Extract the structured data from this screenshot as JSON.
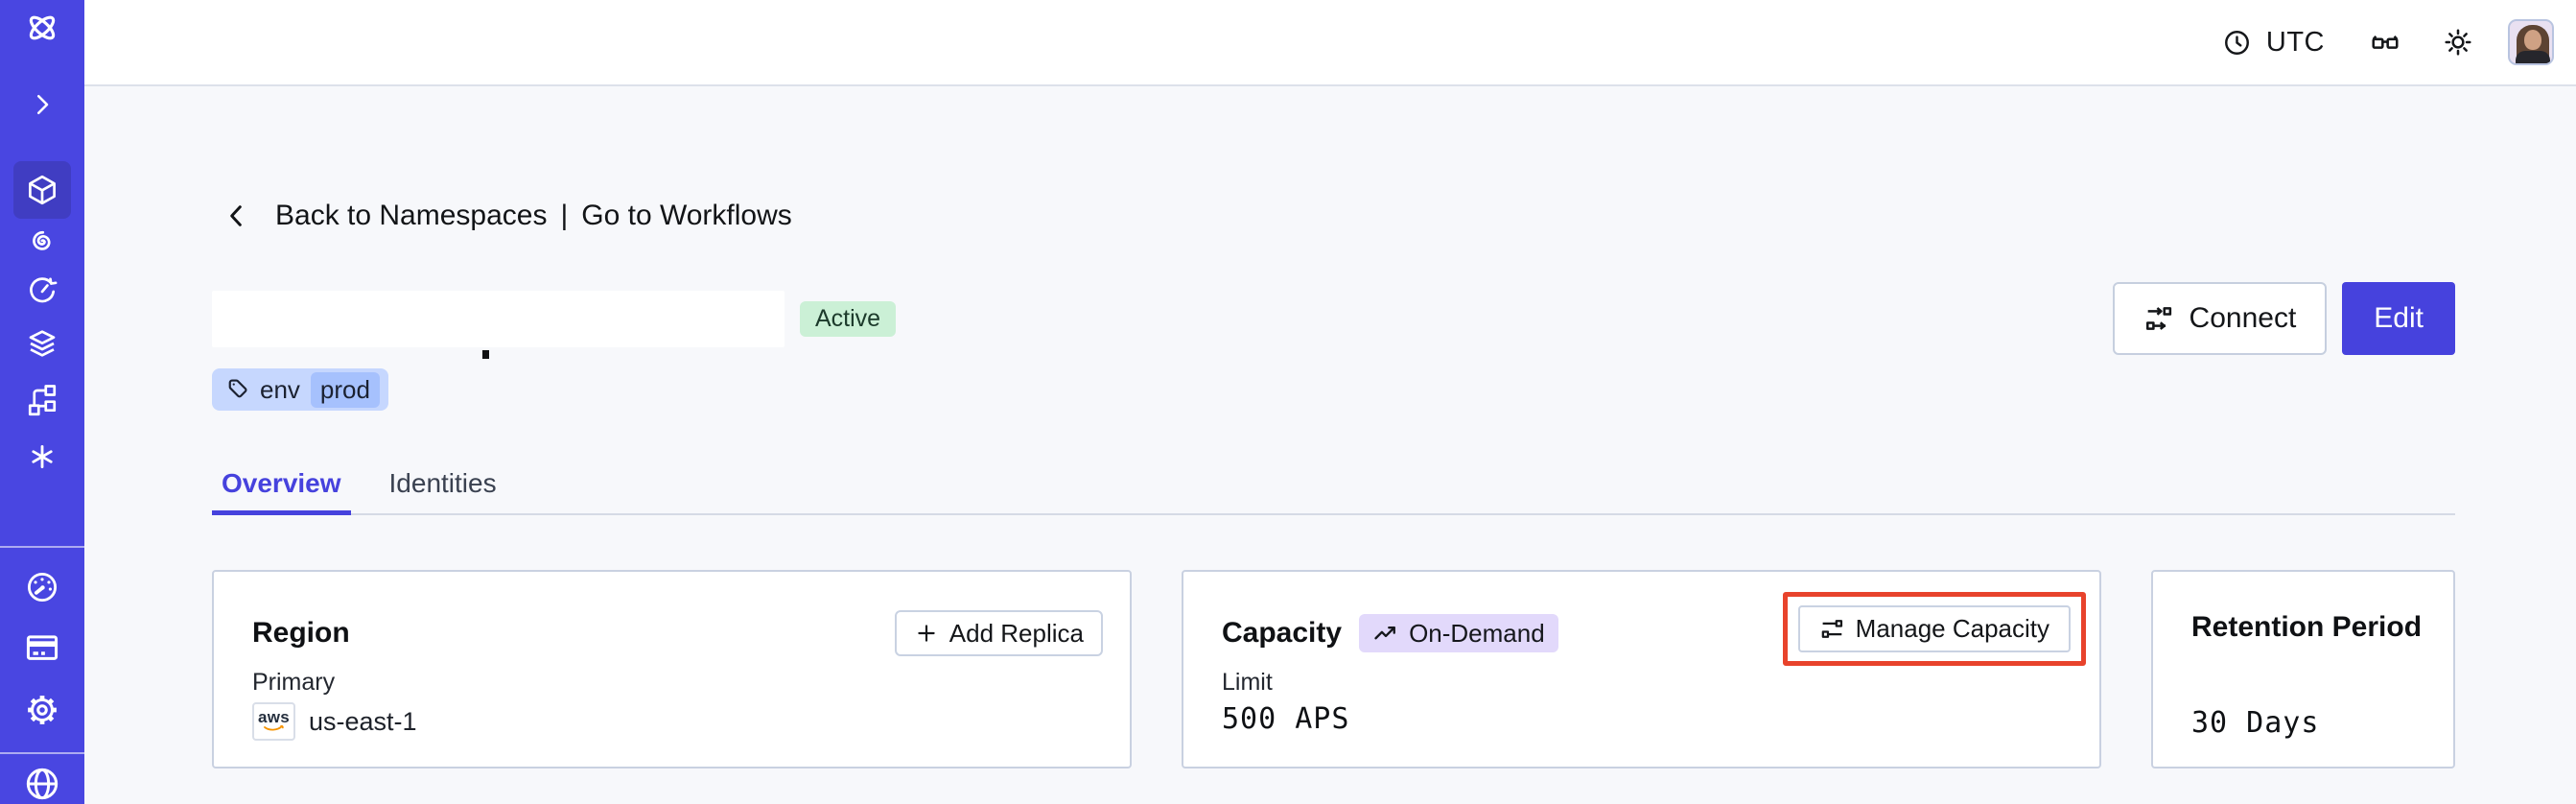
{
  "topbar": {
    "timezone": "UTC"
  },
  "breadcrumb": {
    "back_label": "Back to Namespaces",
    "separator": "|",
    "workflows_label": "Go to Workflows"
  },
  "namespace": {
    "status": "Active",
    "tag_key": "env",
    "tag_value": "prod"
  },
  "actions": {
    "connect_label": "Connect",
    "edit_label": "Edit"
  },
  "tabs": [
    {
      "label": "Overview",
      "active": true
    },
    {
      "label": "Identities",
      "active": false
    }
  ],
  "cards": {
    "region": {
      "title": "Region",
      "action_label": "Add Replica",
      "field_label": "Primary",
      "provider": "aws",
      "value": "us-east-1"
    },
    "capacity": {
      "title": "Capacity",
      "badge": "On-Demand",
      "action_label": "Manage Capacity",
      "field_label": "Limit",
      "value": "500 APS"
    },
    "retention": {
      "title": "Retention Period",
      "value": "30 Days"
    }
  },
  "sidebar_icons": [
    "temporal-logo",
    "expand-chevron",
    "namespaces",
    "workflows",
    "schedules",
    "batch-operations",
    "deployments",
    "nexus",
    "usage",
    "billing",
    "settings",
    "account"
  ],
  "colors": {
    "sidebar": "#4946e1",
    "sidebar_active": "#403dc2",
    "accent": "#4642dd",
    "status_active_bg": "#cbf0d6",
    "tag_bg": "#c6d7fe",
    "tag_value_bg": "#a6c1fd",
    "on_demand_bg": "#e2d9fb",
    "highlight_red": "#e8432c",
    "aws_orange": "#f79400",
    "background": "#f7f8fb"
  }
}
